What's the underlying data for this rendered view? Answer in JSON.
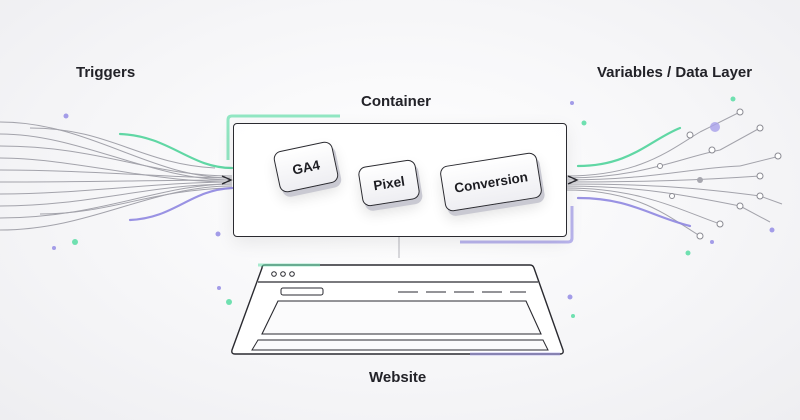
{
  "labels": {
    "triggers": "Triggers",
    "variables": "Variables / Data Layer",
    "container": "Container",
    "website": "Website"
  },
  "tags": [
    "GA4",
    "Pixel",
    "Conversion"
  ],
  "colors": {
    "green": "#4fd39a",
    "purple": "#8e86e0",
    "line": "#2a2a30",
    "wire": "#9a9aa2"
  },
  "icons": [
    "arrow-right-icon",
    "browser-window-icon"
  ]
}
